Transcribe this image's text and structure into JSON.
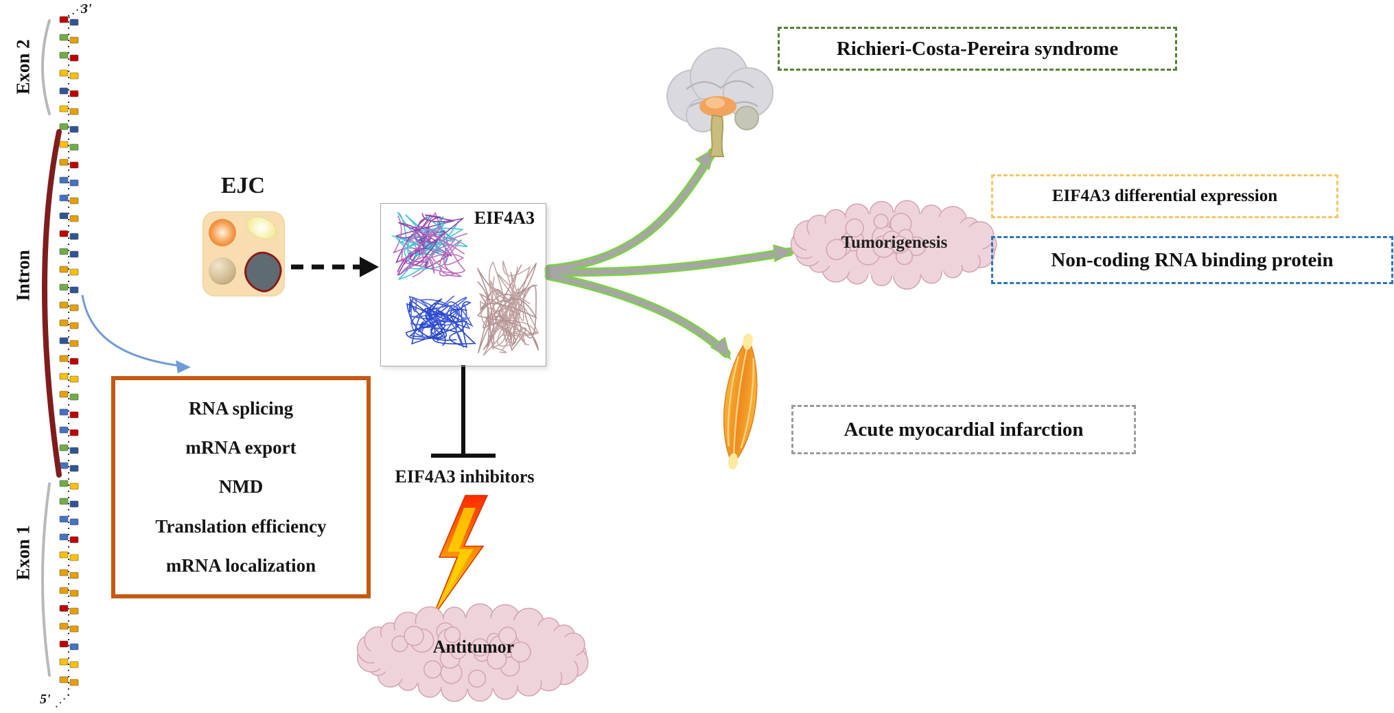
{
  "figure": {
    "strand": {
      "three_prime": "3'",
      "five_prime": "5'",
      "segments": [
        {
          "label": "Exon 2"
        },
        {
          "label": "Intron"
        },
        {
          "label": "Exon 1"
        }
      ]
    },
    "ejc": {
      "label": "EJC"
    },
    "protein": {
      "title": "EIF4A3"
    },
    "functions": {
      "items": [
        "RNA splicing",
        "mRNA export",
        "NMD",
        "Translation efficiency",
        "mRNA localization"
      ]
    },
    "inhibitor": {
      "label": "EIF4A3 inhibitors",
      "result": "Antitumor"
    },
    "outcomes": {
      "syndrome": "Richieri-Costa-Pereira syndrome",
      "tumorigenesis": "Tumorigenesis",
      "expression": "EIF4A3 differential expression",
      "ncrna": "Non-coding RNA binding protein",
      "infarction": "Acute myocardial infarction"
    },
    "colors": {
      "functions_border": "#c55a11",
      "syndrome_border": "#538135",
      "expression_border": "#f7c563",
      "ncrna_border": "#2e74b5",
      "infarction_border": "#9b9b9b",
      "intron_bracket": "#7f1d1d",
      "arrow_gray": "#a6a6a6",
      "arrow_green": "#7ad43c"
    }
  }
}
